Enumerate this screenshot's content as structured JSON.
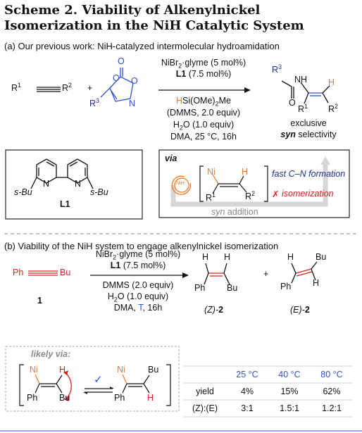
{
  "title": "Scheme 2. Viability of Alkenylnickel Isomerization in the NiH Catalytic System",
  "part_a": {
    "heading": "(a) Our previous work: NiH-catalyzed intermolecular hydroamidation",
    "alkyne": {
      "r1": "R",
      "r1_sup": "1",
      "r2": "R",
      "r2_sup": "2"
    },
    "plus": "+",
    "dioxazolone": {
      "r3": "R",
      "r3_sup": "3",
      "o1": "O",
      "o2": "O",
      "o3": "O",
      "n": "N"
    },
    "conditions": {
      "cat": "NiBr",
      "cat_sub": "2",
      "cat_rest": "·glyme (5 mol%)",
      "ligand": "L1",
      "ligand_rest": " (7.5 mol%)",
      "silane_h": "H",
      "silane_rest": "Si(OMe)",
      "silane_sub": "2",
      "silane_end": "Me",
      "silane_equiv": "(DMMS, 2.0 equiv)",
      "water": "H",
      "water_sub": "2",
      "water_rest": "O (1.0 equiv)",
      "solvent": "DMA, 25 °C, 16h"
    },
    "product": {
      "r3": "R",
      "r3_sup": "3",
      "o": "O",
      "nh": "NH",
      "h": "H",
      "r1": "R",
      "r1_sup": "1",
      "r2": "R",
      "r2_sup": "2",
      "note1": "exclusive",
      "note2_b": "syn",
      "note2_rest": " selectivity"
    },
    "ligand_box": {
      "n1": "N",
      "n2": "N",
      "sbu1": "s-Bu",
      "sbu2": "s-Bu",
      "label": "L1"
    },
    "via_box": {
      "via": "via",
      "nih": "NiH",
      "ni": "Ni",
      "h": "H",
      "r1": "R",
      "r1_sup": "1",
      "r2": "R",
      "r2_sup": "2",
      "syn_italic": "syn",
      "syn_rest": " addition",
      "fast": "fast C–N formation",
      "cross": "✗",
      "isomerization": "isomerization"
    }
  },
  "part_b": {
    "heading": "(b) Viability of the NiH system to engage alkenylnickel isomerization",
    "substrate": {
      "ph": "Ph",
      "bu": "Bu",
      "label": "1"
    },
    "plus": "+",
    "conditions": {
      "cat": "NiBr",
      "cat_sub": "2",
      "cat_rest": "·glyme (5 mol%)",
      "ligand": "L1",
      "ligand_rest": " (7.5 mol%)",
      "silane": "DMMS (2.0 equiv)",
      "water": "H",
      "water_sub": "2",
      "water_rest": "O (1.0 equiv)",
      "solvent": "DMA, ",
      "temp": "T",
      "time": ", 16h"
    },
    "z_product": {
      "h1": "H",
      "h2": "H",
      "ph": "Ph",
      "bu": "Bu",
      "label_pre": "(Z)-",
      "label_num": "2"
    },
    "e_product": {
      "h1": "H",
      "h2": "H",
      "ph": "Ph",
      "bu": "Bu",
      "label_pre": "(E)-",
      "label_num": "2"
    },
    "likely": {
      "label": "likely via:",
      "left": {
        "ni": "Ni",
        "h": "H",
        "ph": "Ph",
        "bu": "Bu"
      },
      "check": "✓",
      "right": {
        "ni": "Ni",
        "bu": "Bu",
        "ph": "Ph",
        "h": "H"
      }
    },
    "table": {
      "temps": [
        "25 °C",
        "40 °C",
        "80 °C"
      ],
      "rows": [
        {
          "label": "yield",
          "values": [
            "4%",
            "15%",
            "62%"
          ]
        },
        {
          "label": "(Z):(E)",
          "values": [
            "3:1",
            "1.5:1",
            "1.2:1"
          ]
        }
      ]
    }
  },
  "colors": {
    "blue": "#2b4fd6",
    "navy": "#1f2f8f",
    "red": "#d92020",
    "orange": "#f07a28",
    "gray": "#8a8a8a"
  }
}
